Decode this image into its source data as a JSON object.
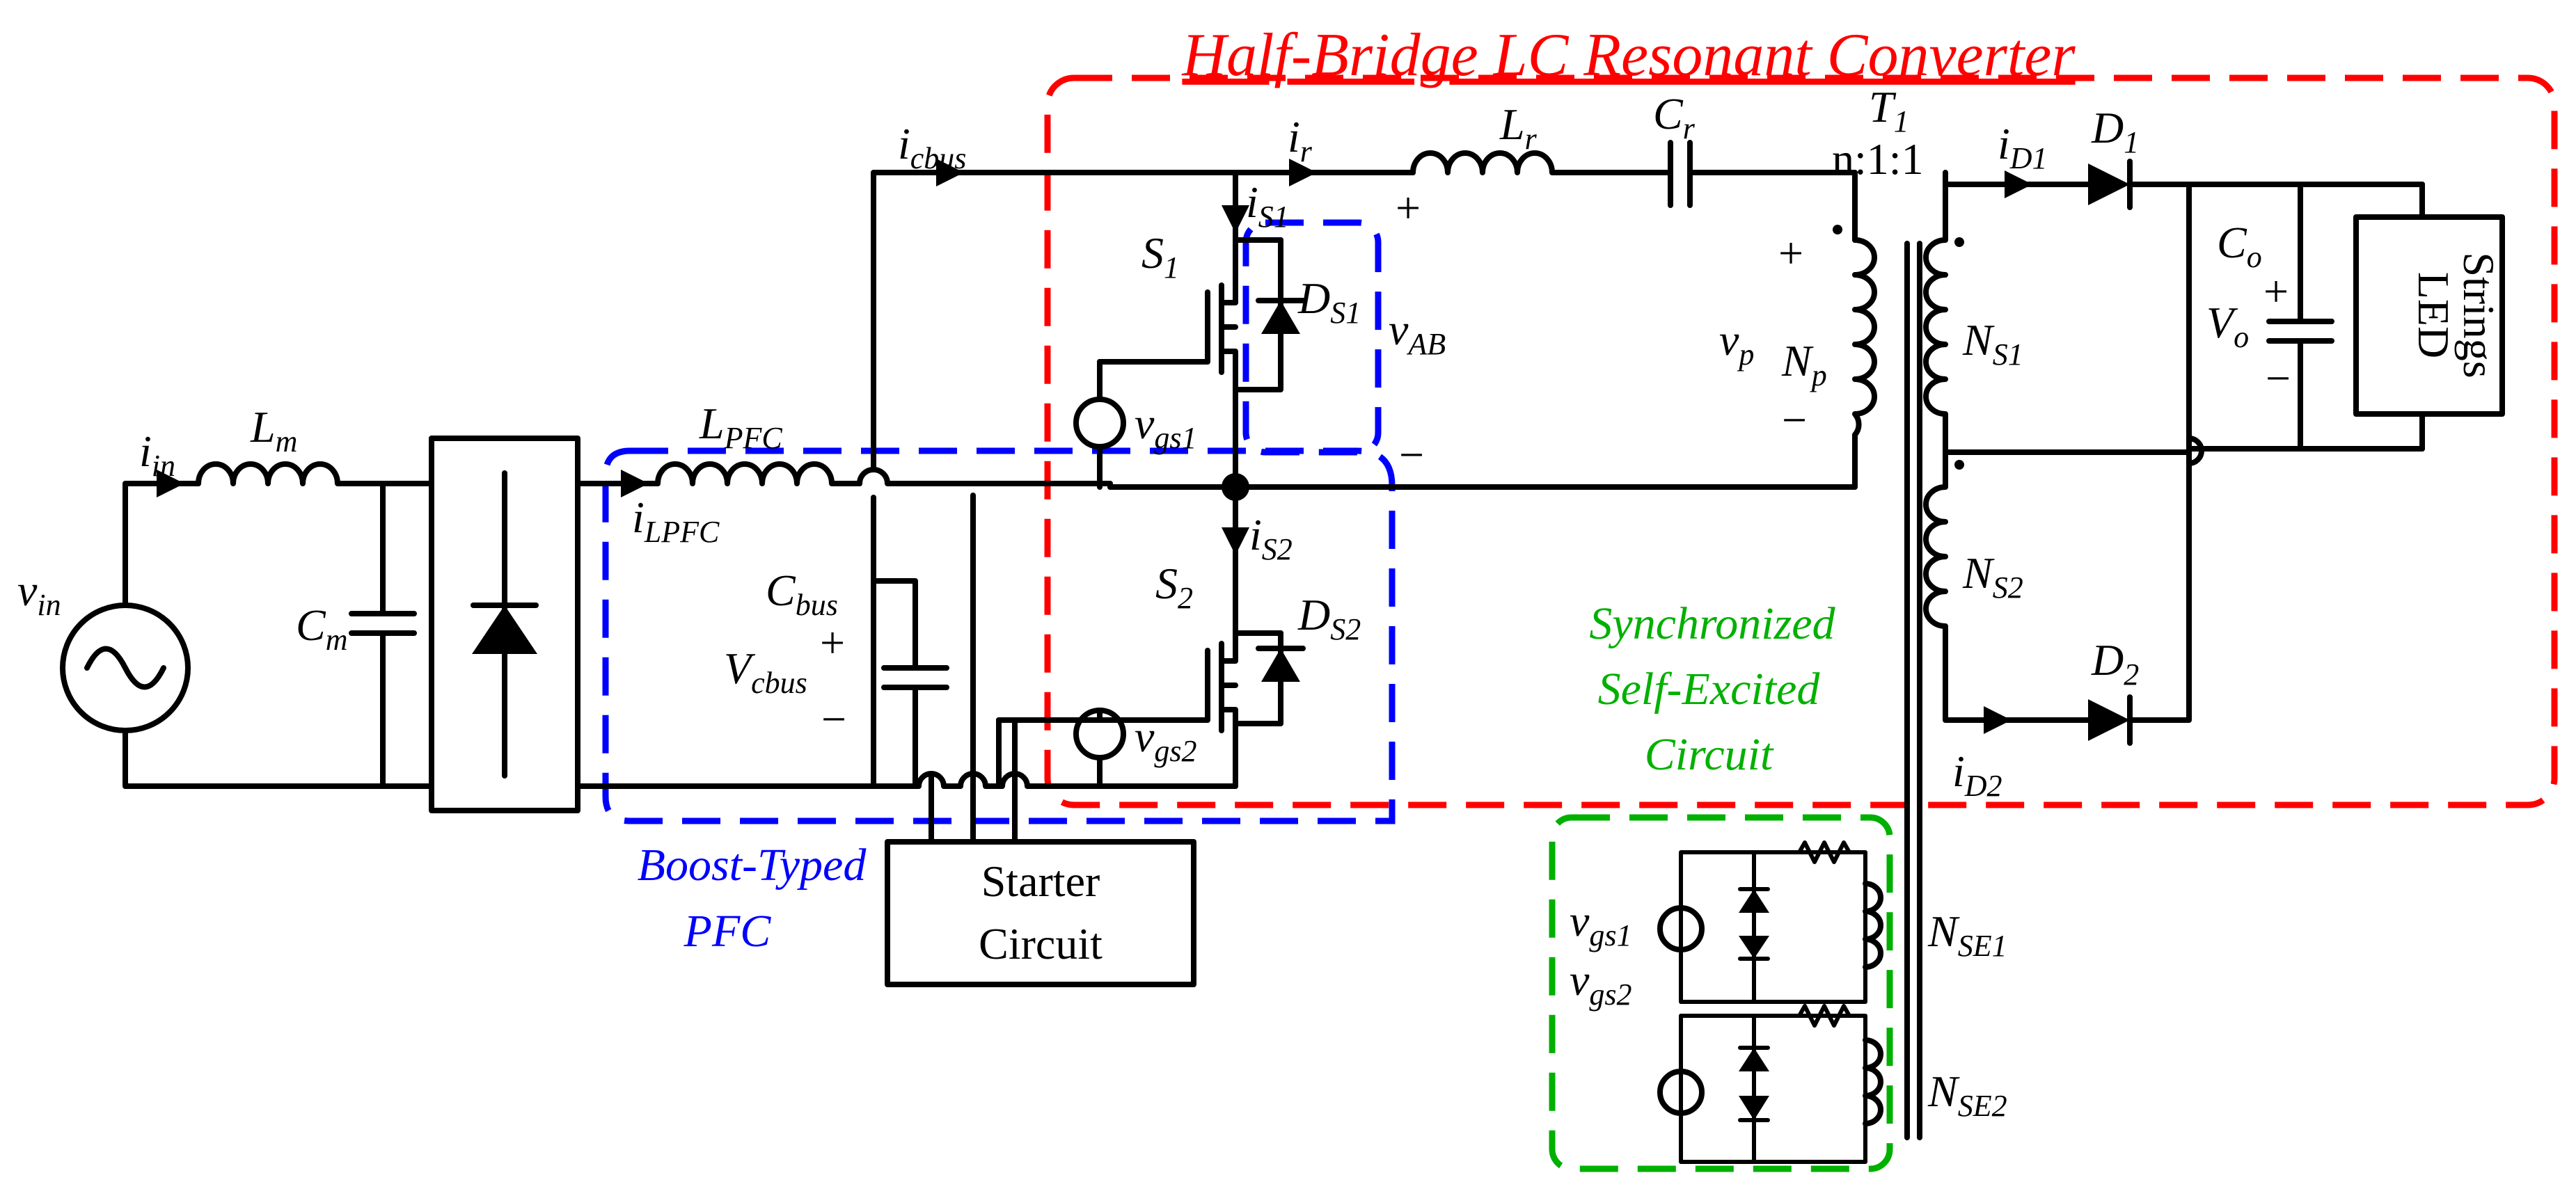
{
  "colors": {
    "half_bridge_box": "#ff0000",
    "pfc_box": "#0000ff",
    "self_excited_box": "#00b000",
    "wire": "#000000"
  },
  "groups": {
    "half_bridge": "Half-Bridge LC Resonant Converter",
    "pfc_line1": "Boost-Typed",
    "pfc_line2": "PFC",
    "sync_line1": "Synchronized",
    "sync_line2": "Self-Excited",
    "sync_line3": "Circuit"
  },
  "blocks": {
    "starter_line1": "Starter",
    "starter_line2": "Circuit",
    "led_line1": "LED",
    "led_line2": "Strings"
  },
  "labels": {
    "vin": {
      "main": "v",
      "sub": "in"
    },
    "iin": {
      "main": "i",
      "sub": "in"
    },
    "Lm": {
      "main": "L",
      "sub": "m"
    },
    "Cm": {
      "main": "C",
      "sub": "m"
    },
    "LPFC": {
      "main": "L",
      "sub": "PFC"
    },
    "iLPFC": {
      "main": "i",
      "sub": "LPFC"
    },
    "icbus": {
      "main": "i",
      "sub": "cbus"
    },
    "Cbus": {
      "main": "C",
      "sub": "bus"
    },
    "Vcbus": {
      "main": "V",
      "sub": "cbus"
    },
    "ir": {
      "main": "i",
      "sub": "r"
    },
    "iS1": {
      "main": "i",
      "sub": "S1"
    },
    "iS2": {
      "main": "i",
      "sub": "S2"
    },
    "S1": {
      "main": "S",
      "sub": "1"
    },
    "S2": {
      "main": "S",
      "sub": "2"
    },
    "DS1": {
      "main": "D",
      "sub": "S1"
    },
    "DS2": {
      "main": "D",
      "sub": "S2"
    },
    "vgs1": {
      "main": "v",
      "sub": "gs1"
    },
    "vgs2": {
      "main": "v",
      "sub": "gs2"
    },
    "vAB": {
      "main": "v",
      "sub": "AB"
    },
    "Lr": {
      "main": "L",
      "sub": "r"
    },
    "Cr": {
      "main": "C",
      "sub": "r"
    },
    "T1": {
      "main": "T",
      "sub": "1"
    },
    "ratio": "n:1:1",
    "vp": {
      "main": "v",
      "sub": "p"
    },
    "Np": {
      "main": "N",
      "sub": "p"
    },
    "NS1": {
      "main": "N",
      "sub": "S1"
    },
    "NS2": {
      "main": "N",
      "sub": "S2"
    },
    "iD1": {
      "main": "i",
      "sub": "D1"
    },
    "iD2": {
      "main": "i",
      "sub": "D2"
    },
    "D1": {
      "main": "D",
      "sub": "1"
    },
    "D2": {
      "main": "D",
      "sub": "2"
    },
    "Co": {
      "main": "C",
      "sub": "o"
    },
    "Vo": {
      "main": "V",
      "sub": "o"
    },
    "NSE1": {
      "main": "N",
      "sub": "SE1"
    },
    "NSE2": {
      "main": "N",
      "sub": "SE2"
    },
    "vgs1_se": {
      "main": "v",
      "sub": "gs1"
    },
    "vgs2_se": {
      "main": "v",
      "sub": "gs2"
    }
  },
  "signs": {
    "plus": "+",
    "minus": "−"
  }
}
